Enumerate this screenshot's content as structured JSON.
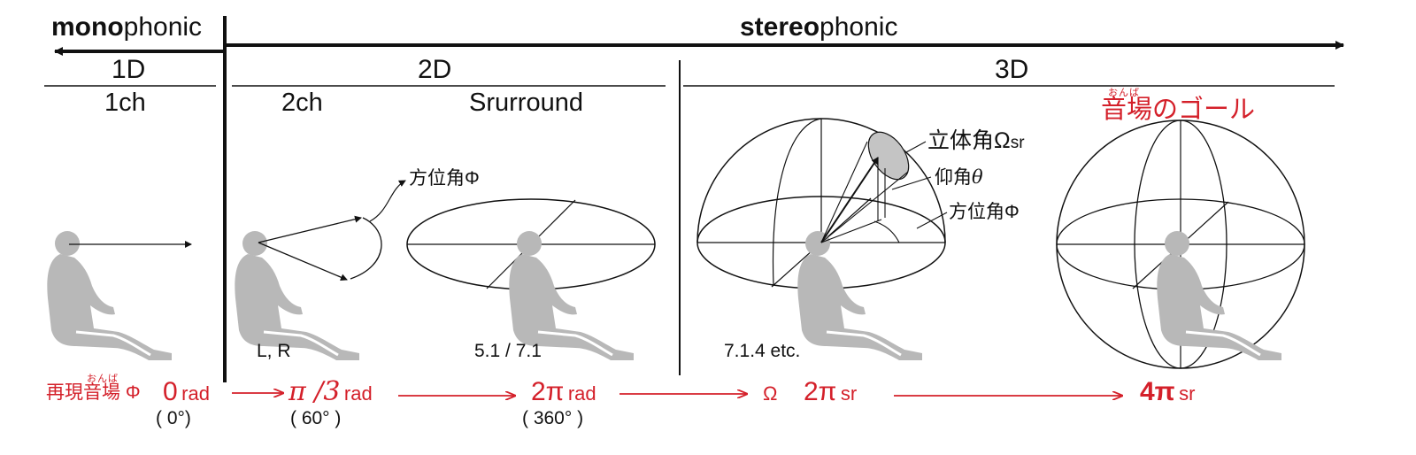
{
  "header": {
    "mono_bold": "mono",
    "mono_rest": "phonic",
    "stereo_bold": "stereo",
    "stereo_rest": "phonic"
  },
  "dimensions": {
    "d1": "1D",
    "d2": "2D",
    "d3": "3D"
  },
  "channels": {
    "one": "1ch",
    "two": "2ch",
    "surround": "Srurround"
  },
  "goal": {
    "label": "音場のゴール",
    "ruby": "おんば"
  },
  "annotations": {
    "azimuth_2d": "方位角Φ",
    "solid_angle": "立体角Ω",
    "solid_angle_unit": "sr",
    "elevation": "仰角",
    "elevation_symbol": "θ",
    "azimuth_3d": "方位角Φ"
  },
  "configs": {
    "lr": "L, R",
    "surround": "5.1 / 7.1",
    "immersive": "7.1.4 etc."
  },
  "progression": {
    "label": "再現音場",
    "label_ruby": "おんば",
    "label_symbol": "Φ",
    "steps": [
      {
        "value": "0",
        "unit": "rad",
        "deg": "( 0°)"
      },
      {
        "value": "π /3",
        "unit": "rad",
        "deg": "( 60° )"
      },
      {
        "value": "2π",
        "unit": "rad",
        "deg": "( 360° )"
      },
      {
        "value": "Ω",
        "unit": "",
        "deg": ""
      },
      {
        "value": "2π",
        "unit": "sr",
        "deg": ""
      },
      {
        "value": "4π",
        "unit": "sr",
        "deg": ""
      }
    ]
  },
  "colors": {
    "accent_red": "#d4202a",
    "figure_gray": "#b8b8b8",
    "ink": "#111111"
  }
}
